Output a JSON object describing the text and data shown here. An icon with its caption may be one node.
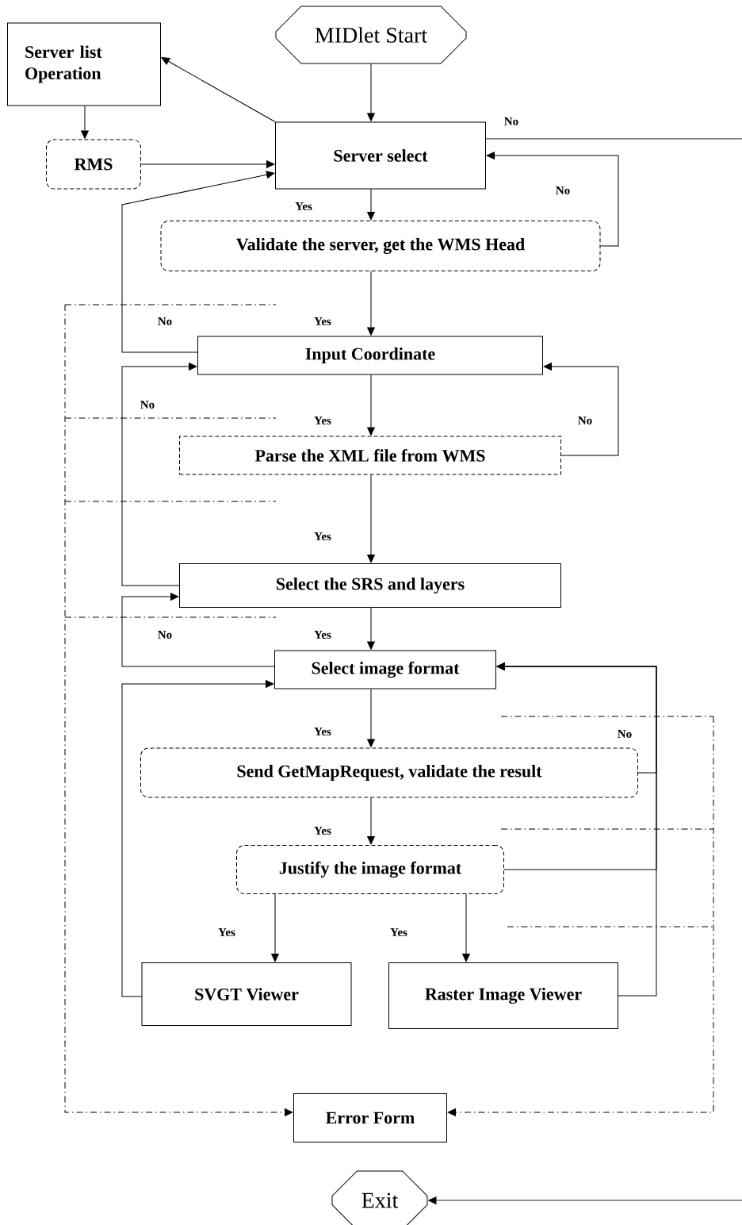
{
  "diagram": {
    "nodes": [
      {
        "text": [
          "MIDlet Start"
        ]
      },
      {
        "text": [
          "Server list Operation"
        ]
      },
      {
        "text": [
          "Server select"
        ]
      },
      {
        "text": [
          "RMS"
        ]
      },
      {
        "text": [
          "Validate the server, get the WMS Head"
        ]
      },
      {
        "text": [
          "Input Coordinate"
        ]
      },
      {
        "text": [
          "Parse the XML file from WMS"
        ]
      },
      {
        "text": [
          "Select the SRS and layers"
        ]
      },
      {
        "text": [
          "Select image format"
        ]
      },
      {
        "text": [
          "Send GetMapRequest, validate the result"
        ]
      },
      {
        "text": [
          "Justify the image format"
        ]
      },
      {
        "text": [
          "SVGT Viewer"
        ]
      },
      {
        "text": [
          "Raster Image Viewer"
        ]
      },
      {
        "text": [
          "Error Form"
        ]
      },
      {
        "text": [
          "Exit"
        ]
      }
    ],
    "edges": [
      {
        "from": 0,
        "to": 2,
        "arrow": "to"
      },
      {
        "from": 2,
        "to": 1,
        "arrow": "to"
      },
      {
        "from": 1,
        "to": 3,
        "arrow": "to"
      },
      {
        "from": 3,
        "to": 2,
        "arrow": "to"
      },
      {
        "from": 2,
        "to": 4,
        "arrow": "to",
        "label": "Yes"
      },
      {
        "from": 4,
        "to": 2,
        "arrow": "to",
        "label": "No"
      },
      {
        "from": 4,
        "to": 5,
        "arrow": "to",
        "label": "Yes"
      },
      {
        "from": 5,
        "to": 2,
        "arrow": "to",
        "label": "No"
      },
      {
        "from": 5,
        "to": 6,
        "arrow": "to",
        "label": "Yes"
      },
      {
        "from": 6,
        "to": 5,
        "arrow": "to",
        "label": "No"
      },
      {
        "from": 6,
        "to": 7,
        "arrow": "to",
        "label": "Yes"
      },
      {
        "from": 7,
        "to": 5,
        "arrow": "to",
        "label": "No"
      },
      {
        "from": 7,
        "to": 8,
        "arrow": "to",
        "label": "Yes"
      },
      {
        "from": 8,
        "to": 7,
        "arrow": "to",
        "label": "No"
      },
      {
        "from": 8,
        "to": 9,
        "arrow": "to",
        "label": "Yes"
      },
      {
        "from": 9,
        "to": 8,
        "arrow": "to",
        "label": "No"
      },
      {
        "from": 10,
        "to": 8,
        "arrow": "to"
      },
      {
        "from": 12,
        "to": 8,
        "arrow": "to"
      },
      {
        "from": 11,
        "to": 8,
        "arrow": "to"
      },
      {
        "from": 9,
        "to": 10,
        "arrow": "to",
        "label": "Yes"
      },
      {
        "from": 10,
        "to": 11,
        "arrow": "to",
        "label": "Yes"
      },
      {
        "from": 10,
        "to": 12,
        "arrow": "to",
        "label": "Yes"
      },
      {
        "from": 2,
        "to": null,
        "arrow": "none",
        "label": "No"
      },
      {
        "from": null,
        "to": 14,
        "arrow": "to"
      },
      {
        "from": null,
        "to": 13,
        "arrow": "to",
        "style": "dashed"
      },
      {
        "from": null,
        "to": 13,
        "arrow": "to",
        "style": "dashed"
      }
    ]
  }
}
